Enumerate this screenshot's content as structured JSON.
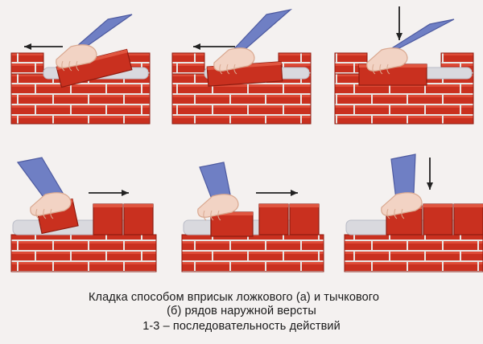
{
  "caption": {
    "line1": "Кладка способом вприсык ложкового (а) и тычкового",
    "line2": "(б) рядов наружной версты",
    "line3": "1-3 – последовательность действий"
  },
  "colors": {
    "background": "#f4f1f0",
    "brick": "#c9301f",
    "brick_dark": "#8e1c10",
    "brick_light": "#e0553f",
    "mortar": "#d9d9de",
    "mortar_shadow": "#b9bcc6",
    "sleeve": "#6f7fc4",
    "sleeve_dark": "#4d5aa0",
    "skin": "#f2d3c4",
    "skin_dark": "#d9a890",
    "arrow": "#222222"
  },
  "icons": [
    "brick-wall-icon",
    "hand-icon",
    "arrow-left-icon",
    "arrow-right-icon",
    "arrow-down-icon"
  ]
}
